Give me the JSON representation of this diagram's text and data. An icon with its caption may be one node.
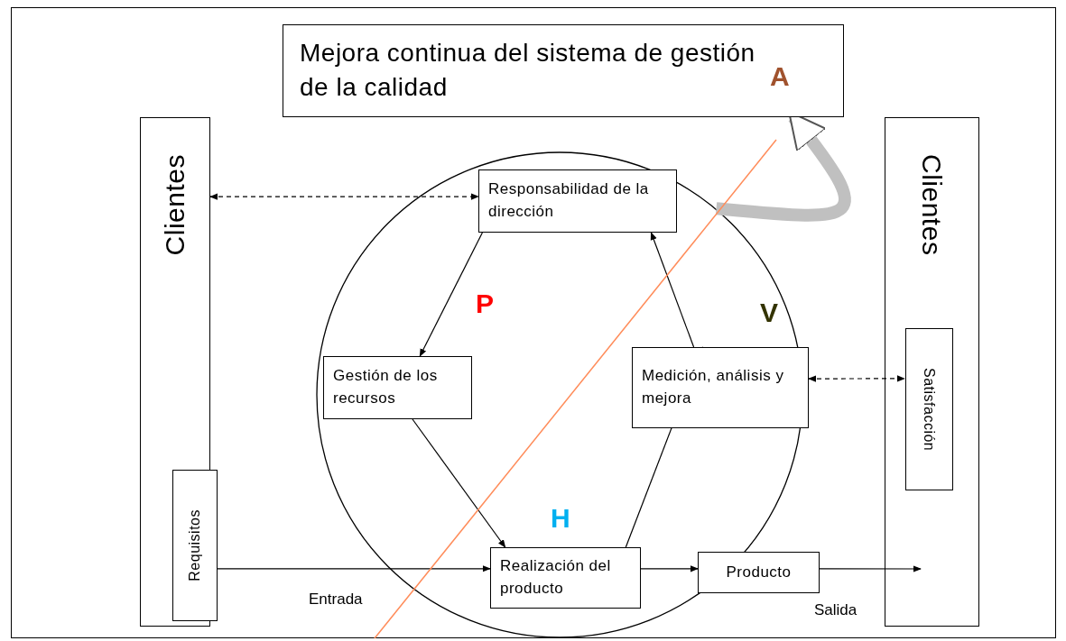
{
  "diagram": {
    "nodes": [
      {
        "text": [
          "Clientes"
        ]
      },
      {
        "text": [
          "Requisitos"
        ],
        "in": 0
      },
      {
        "text": [
          "Clientes"
        ]
      },
      {
        "text": [
          "Satisfacción"
        ],
        "in": 2
      },
      {
        "text": [
          "Mejora continua del sistema de gestión de la calidad"
        ]
      },
      {
        "text": [],
        "shape": "circle"
      },
      {
        "text": [
          "Responsabilidad de la dirección"
        ],
        "in": 5
      },
      {
        "text": [
          "Gestión de los recursos"
        ],
        "in": 5
      },
      {
        "text": [
          "Medición, análisis y mejora"
        ],
        "in": 5
      },
      {
        "text": [
          "Realización del producto"
        ],
        "in": 5
      },
      {
        "text": [
          "Producto"
        ]
      }
    ],
    "edges": [
      {
        "from": 0,
        "to": 6,
        "arrow": "both",
        "style": "dashed"
      },
      {
        "from": 6,
        "to": 7,
        "arrow": "to"
      },
      {
        "from": 7,
        "to": 9,
        "arrow": "to"
      },
      {
        "from": 9,
        "to": 8,
        "arrow": "to"
      },
      {
        "from": 8,
        "to": 6,
        "arrow": "to"
      },
      {
        "from": 8,
        "to": 3,
        "arrow": "both",
        "style": "dashed"
      },
      {
        "from": 1,
        "to": 9,
        "arrow": "to",
        "label": "Entrada"
      },
      {
        "from": 9,
        "to": 10,
        "arrow": "to"
      },
      {
        "from": 10,
        "to": null,
        "arrow": "to",
        "label": "Salida"
      },
      {
        "from": 5,
        "to": 4,
        "arrow": "to",
        "style": "thick",
        "color": "#c0c0c0"
      }
    ],
    "labels": [
      "A",
      "P",
      "V",
      "H"
    ]
  }
}
